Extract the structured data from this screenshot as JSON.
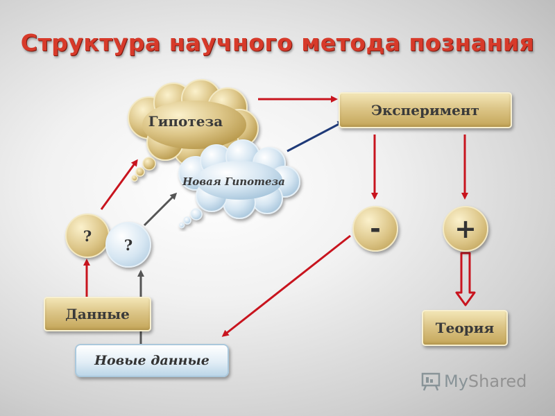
{
  "title": "Структура научного метода познания",
  "nodes": {
    "hypothesis": "Гипотеза",
    "new_hypothesis": "Новая Гипотеза",
    "experiment": "Эксперимент",
    "question_1": "?",
    "question_2": "?",
    "data": "Данные",
    "new_data": "Новые данные",
    "negative": "-",
    "positive": "+",
    "theory": "Теория"
  },
  "watermark": {
    "icon": "presentation-board-icon",
    "text_my": "My",
    "text_shared": "Shared"
  },
  "colors": {
    "title": "#d73a2a",
    "arrow_red": "#c8141e",
    "arrow_blue": "#1f3a78",
    "arrow_gray": "#555555",
    "gold": "#dcc587",
    "light_blue": "#d6e6f2"
  }
}
